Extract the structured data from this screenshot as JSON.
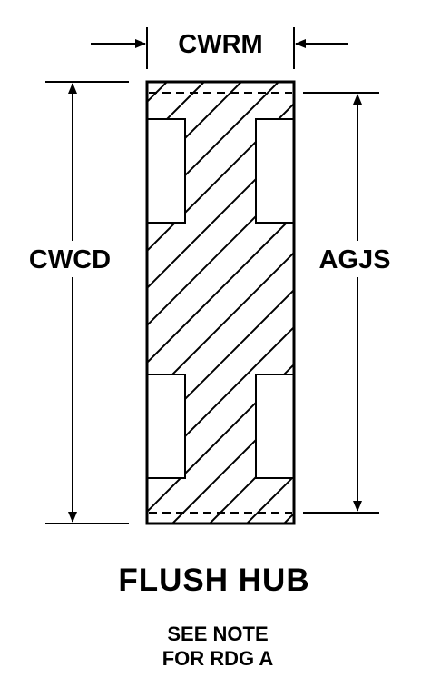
{
  "labels": {
    "width_dimension": "CWRM",
    "overall_height_dimension": "CWCD",
    "inner_height_dimension": "AGJS"
  },
  "title": "FLUSH HUB",
  "note": {
    "line1": "SEE NOTE",
    "line2": "FOR RDG A"
  },
  "colors": {
    "line": "#000000",
    "background": "#ffffff"
  }
}
